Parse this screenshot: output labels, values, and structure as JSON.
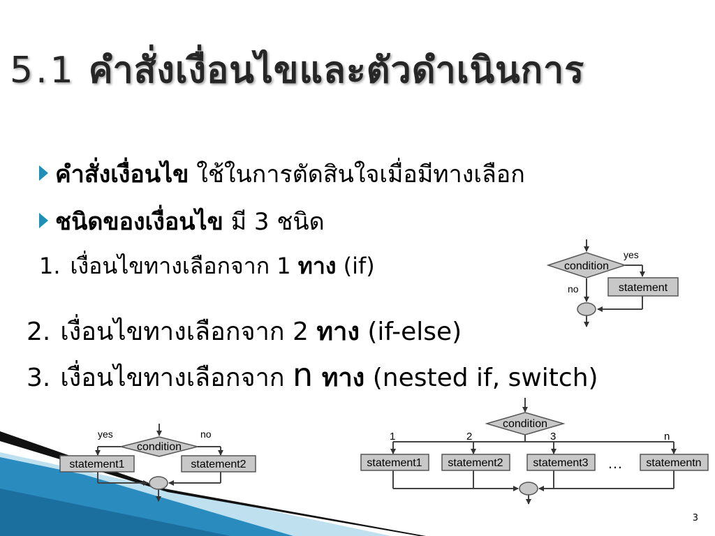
{
  "title": {
    "number": "5.1",
    "text": "คำสั่งเงื่อนไขและตัวดำเนินการ"
  },
  "bullets": [
    {
      "bold": "คำสั่งเงื่อนไข",
      "rest": " ใช้ในการตัดสินใจเมื่อมีทางเลือก"
    },
    {
      "bold": "ชนิดของเงื่อนไข",
      "rest": " มี 3 ชนิด"
    }
  ],
  "items": [
    {
      "no": "1.",
      "pre": "เงื่อนไขทางเลือกจาก 1 ",
      "bold": "ทาง",
      "post": " (if)"
    },
    {
      "no": "2.",
      "pre": "เงื่อนไขทางเลือกจาก 2 ",
      "bold": "ทาง",
      "post": " (if-else)"
    },
    {
      "no": "3.",
      "pre": "เงื่อนไขทางเลือกจาก ",
      "big": "n",
      "bold": " ทาง",
      "post": " (nested if",
      "post2": ", switch)"
    }
  ],
  "diagram_if": {
    "condition": "condition",
    "yes": "yes",
    "no": "no",
    "statement": "statement"
  },
  "diagram_ifelse": {
    "condition": "condition",
    "yes": "yes",
    "no": "no",
    "statement1": "statement1",
    "statement2": "statement2"
  },
  "diagram_switch": {
    "condition": "condition",
    "branches": [
      "1",
      "2",
      "3",
      "n"
    ],
    "statements": [
      "statement1",
      "statement2",
      "statement3",
      "statementn"
    ],
    "ellipsis": "…"
  },
  "page_number": "3",
  "colors": {
    "accent": "#1f8fb8",
    "box_fill": "#c8c8c8",
    "decor_blue": "#2a8bbf"
  }
}
